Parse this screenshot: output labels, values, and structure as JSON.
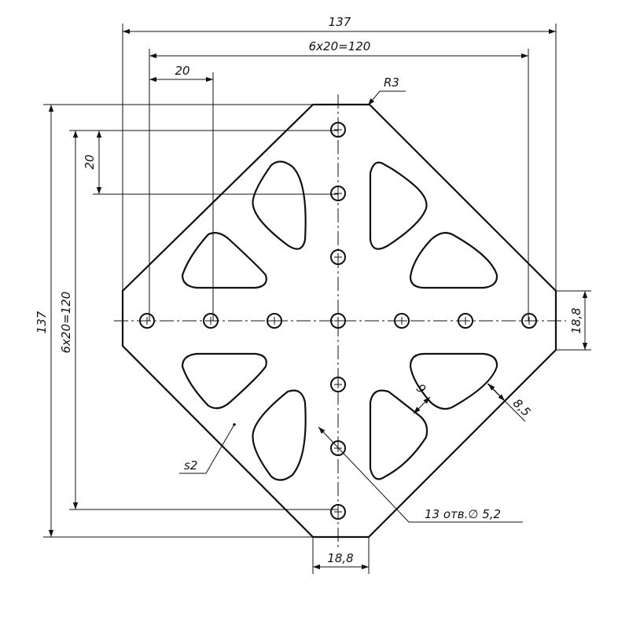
{
  "drawing": {
    "ink_color": "#111111",
    "background": "#ffffff",
    "labels": {
      "overall_width": "137",
      "hole_pitch_h": "6x20=120",
      "pitch_h": "20",
      "radius": "R3",
      "overall_height": "137",
      "hole_pitch_v": "6x20=120",
      "pitch_v": "20",
      "flat_right": "18,8",
      "flat_bottom": "18,8",
      "web_width": "9",
      "slot_offset": "8,5",
      "holes_note": "13 отв.∅ 5,2",
      "thickness": "s2"
    }
  }
}
